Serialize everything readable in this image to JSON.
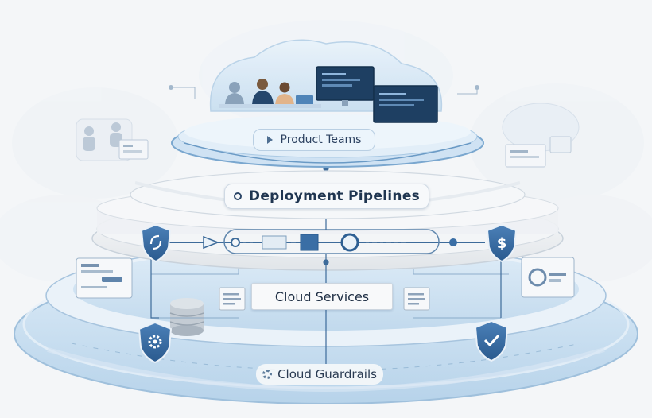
{
  "diagram": {
    "layers": [
      {
        "id": "product_teams",
        "label": "Product Teams"
      },
      {
        "id": "deployment_pipelines",
        "label": "Deployment Pipelines"
      },
      {
        "id": "cloud_services",
        "label": "Cloud Services"
      },
      {
        "id": "cloud_guardrails",
        "label": "Cloud Guardrails"
      }
    ],
    "icons": {
      "pipeline_left_shield": "refresh-shield-icon",
      "pipeline_right_shield": "dollar-shield-icon",
      "guardrail_left_shield": "gear-shield-icon",
      "guardrail_right_shield": "checkmark-shield-icon",
      "deployment": "pipeline-dot-icon",
      "product": "play-icon",
      "guardrails": "gear-icon"
    },
    "colors": {
      "accent": "#2d5f93",
      "shield": "#3a6ea5",
      "tier_blue": "#cfe2f3",
      "monitor": "#1e3f62"
    }
  }
}
